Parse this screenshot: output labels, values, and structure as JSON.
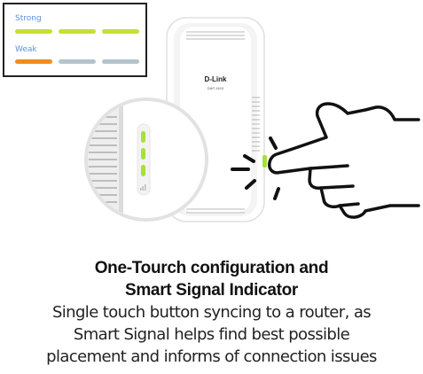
{
  "legend": {
    "strong_label": "Strong",
    "weak_label": "Weak",
    "strong_bars": [
      "#c8de34",
      "#c8de34",
      "#c8de34"
    ],
    "weak_bars": [
      "#f08c1e",
      "#b4c4cc",
      "#b4c4cc"
    ]
  },
  "device": {
    "brand": "D-Link",
    "model": "DAP-1610",
    "led_color": "#a6e03a"
  },
  "caption": {
    "title_line1": "One-Tourch configuration and",
    "title_line2": "Smart Signal Indicator",
    "body_line1": "Single touch button syncing to a router, as",
    "body_line2": "Smart Signal helps find best possible",
    "body_line3": "placement and informs of connection issues"
  }
}
